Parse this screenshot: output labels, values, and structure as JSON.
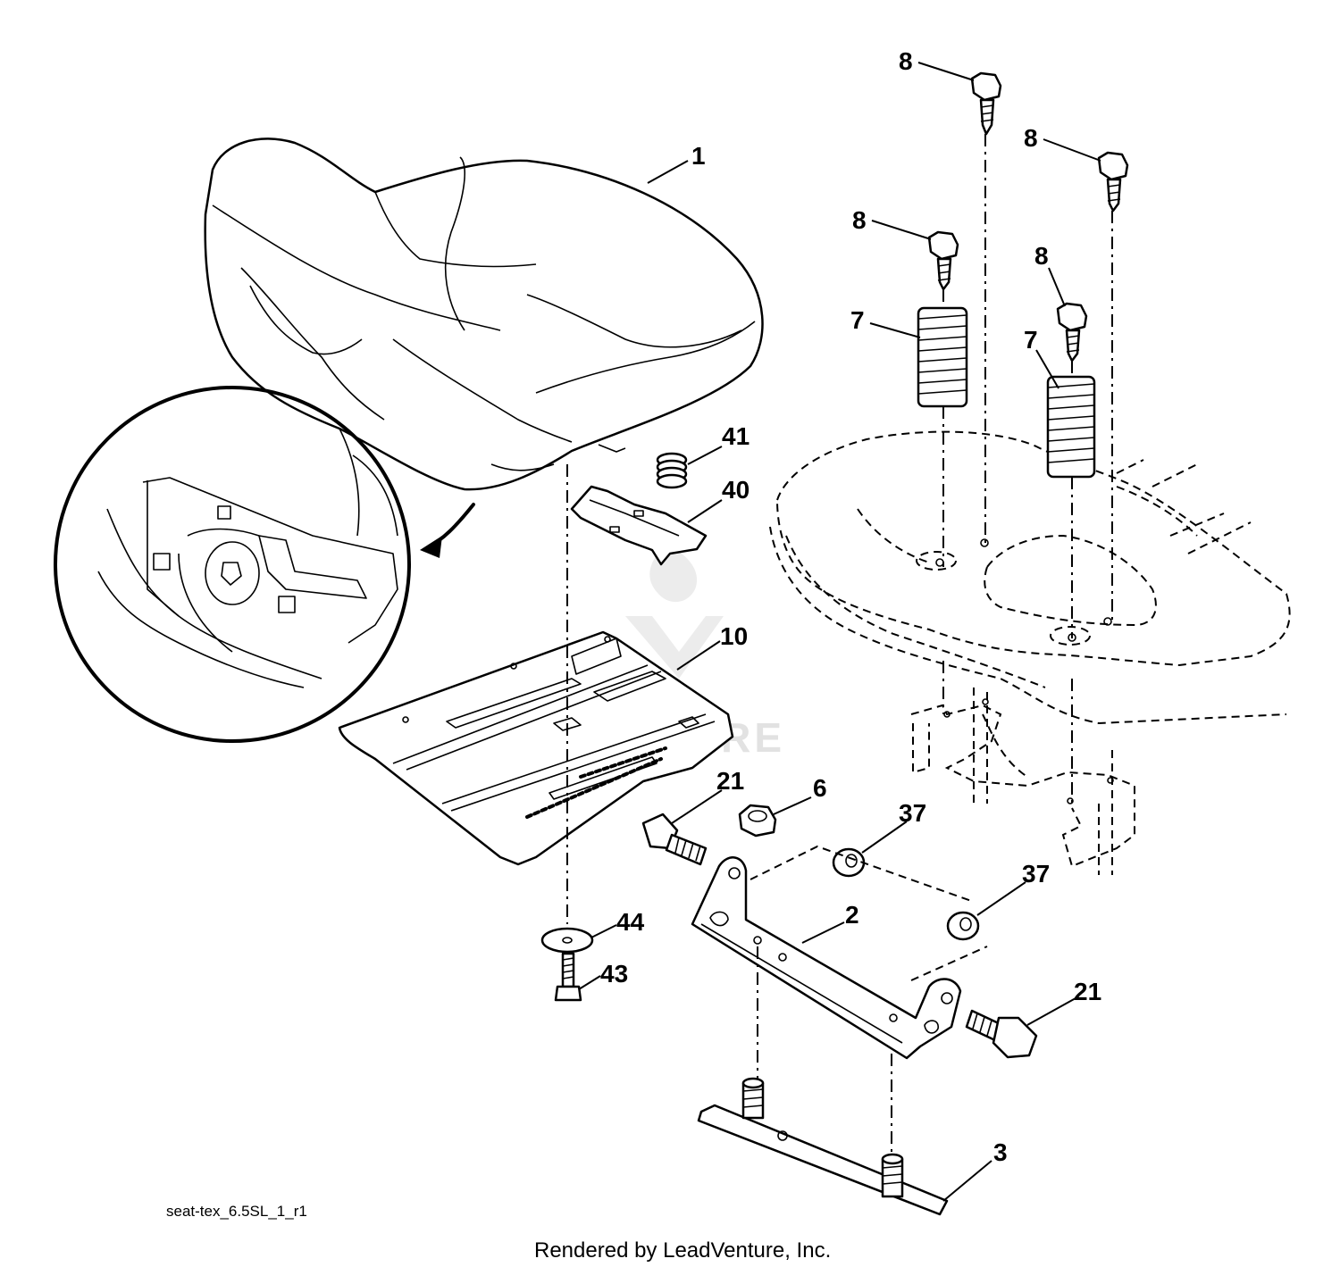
{
  "diagram": {
    "part_callouts": [
      {
        "id": "c-8a",
        "number": "8"
      },
      {
        "id": "c-8b",
        "number": "8"
      },
      {
        "id": "c-8c",
        "number": "8"
      },
      {
        "id": "c-8d",
        "number": "8"
      },
      {
        "id": "c-1",
        "number": "1"
      },
      {
        "id": "c-7a",
        "number": "7"
      },
      {
        "id": "c-7b",
        "number": "7"
      },
      {
        "id": "c-41",
        "number": "41"
      },
      {
        "id": "c-40",
        "number": "40"
      },
      {
        "id": "c-10",
        "number": "10"
      },
      {
        "id": "c-21a",
        "number": "21"
      },
      {
        "id": "c-6",
        "number": "6"
      },
      {
        "id": "c-37a",
        "number": "37"
      },
      {
        "id": "c-37b",
        "number": "37"
      },
      {
        "id": "c-2",
        "number": "2"
      },
      {
        "id": "c-44",
        "number": "44"
      },
      {
        "id": "c-43",
        "number": "43"
      },
      {
        "id": "c-21b",
        "number": "21"
      },
      {
        "id": "c-3",
        "number": "3"
      }
    ],
    "drawing_code": "seat-tex_6.5SL_1_r1",
    "credit": "Rendered by LeadVenture, Inc.",
    "watermark_text": "LEADVENTURE"
  },
  "colors": {
    "line": "#000000",
    "background": "#ffffff",
    "watermark": "#e2e2e2"
  }
}
